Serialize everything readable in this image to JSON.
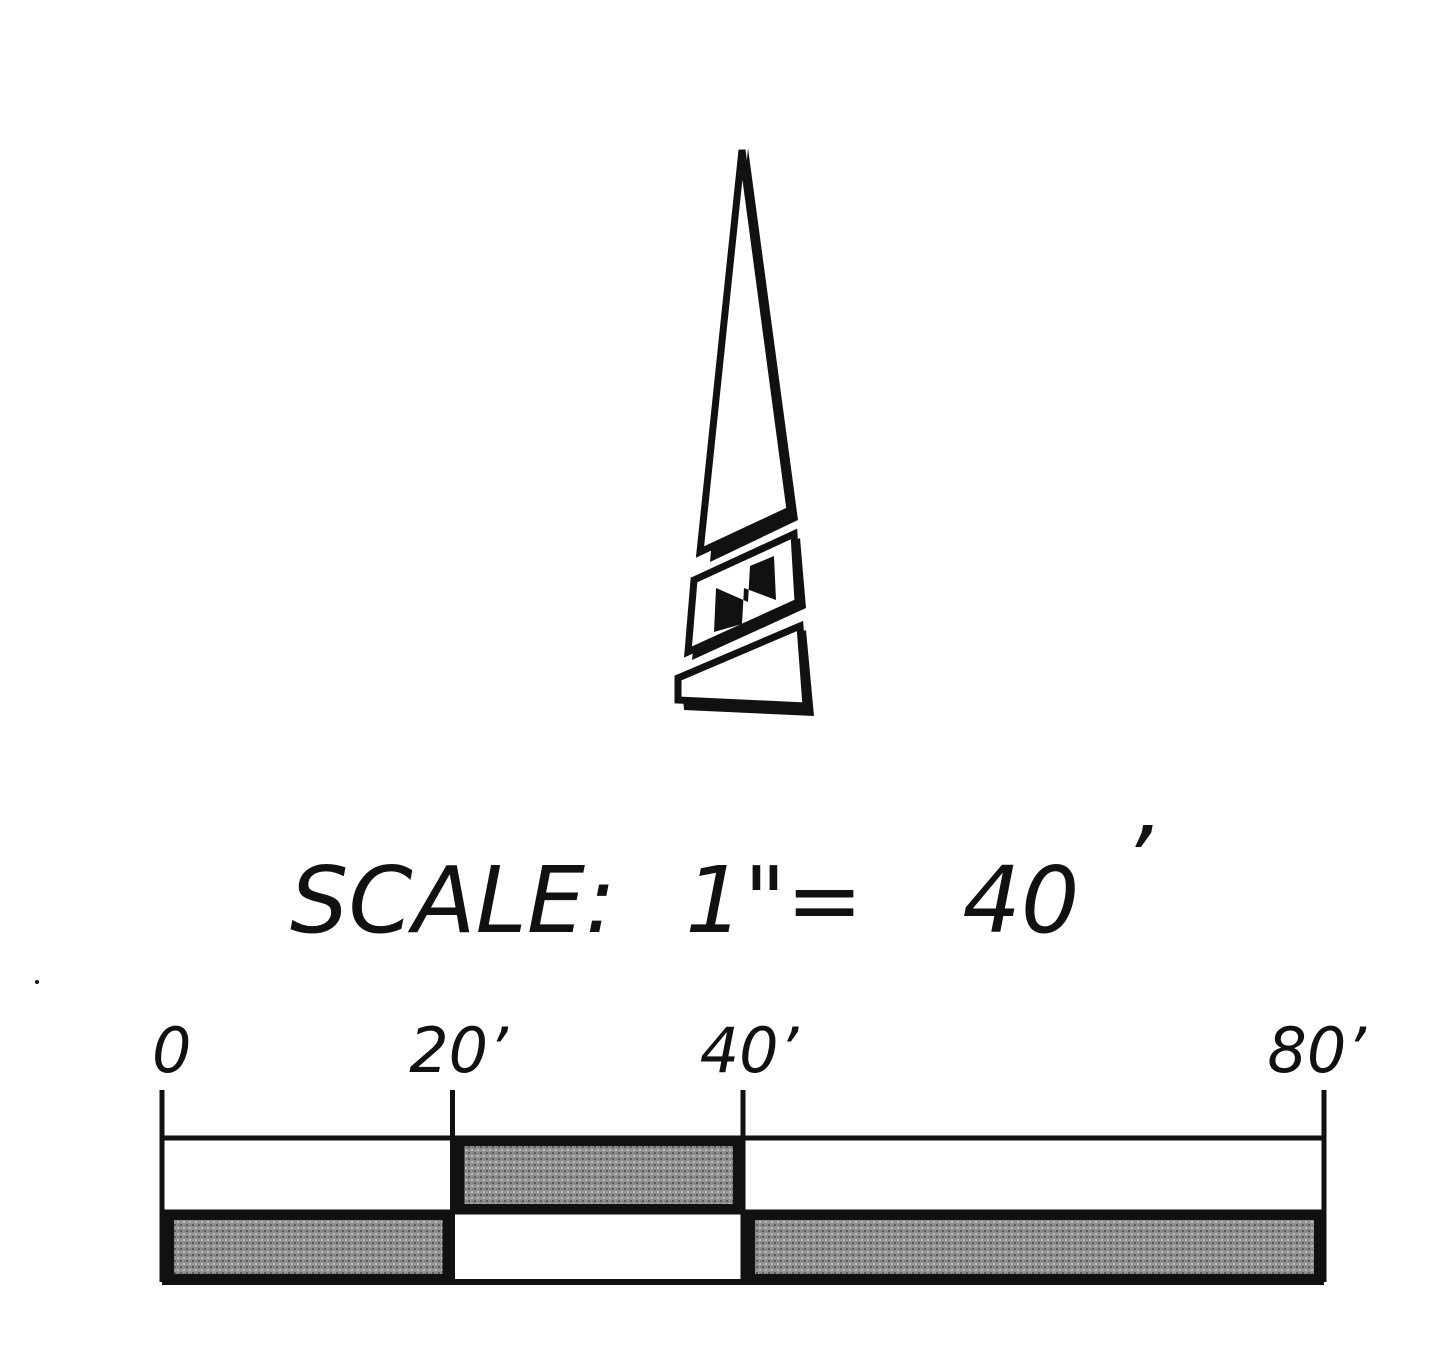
{
  "north_arrow": {
    "letter": "N",
    "icon": "north-arrow-icon"
  },
  "scale": {
    "title_prefix": "SCALE:",
    "inch_value": "1\"=",
    "feet_value": "40",
    "feet_mark": "’"
  },
  "scale_bar": {
    "units": "feet",
    "ticks": [
      {
        "value": 0,
        "label": "0"
      },
      {
        "value": 20,
        "label": "20’"
      },
      {
        "value": 40,
        "label": "40’"
      },
      {
        "value": 80,
        "label": "80’"
      }
    ],
    "range": [
      0,
      80
    ],
    "segments_top": [
      {
        "from": 0,
        "to": 20,
        "fill": "white"
      },
      {
        "from": 20,
        "to": 40,
        "fill": "shaded"
      },
      {
        "from": 40,
        "to": 80,
        "fill": "white"
      }
    ],
    "segments_bottom": [
      {
        "from": 0,
        "to": 20,
        "fill": "shaded"
      },
      {
        "from": 20,
        "to": 40,
        "fill": "white"
      },
      {
        "from": 40,
        "to": 80,
        "fill": "shaded"
      }
    ]
  },
  "colors": {
    "ink": "#111111",
    "shade": "#8a8a8a",
    "paper": "#ffffff"
  }
}
